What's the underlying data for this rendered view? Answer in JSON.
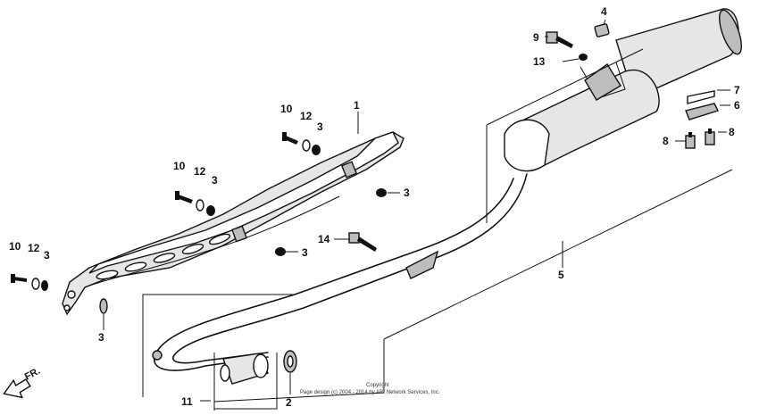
{
  "callouts": {
    "c1": "1",
    "c2": "2",
    "c3a": "3",
    "c3b": "3",
    "c3c": "3",
    "c3d": "3",
    "c3e": "3",
    "c3f": "3",
    "c4": "4",
    "c5": "5",
    "c6": "6",
    "c7": "7",
    "c8a": "8",
    "c8b": "8",
    "c9": "9",
    "c10a": "10",
    "c10b": "10",
    "c10c": "10",
    "c11": "11",
    "c12a": "12",
    "c12b": "12",
    "c12c": "12",
    "c13": "13",
    "c14": "14"
  },
  "direction_label": "FR.",
  "copyright": {
    "line1": "Copyright",
    "line2": "Page design (c) 2004 - 2014 by ARI Network Services, Inc."
  }
}
